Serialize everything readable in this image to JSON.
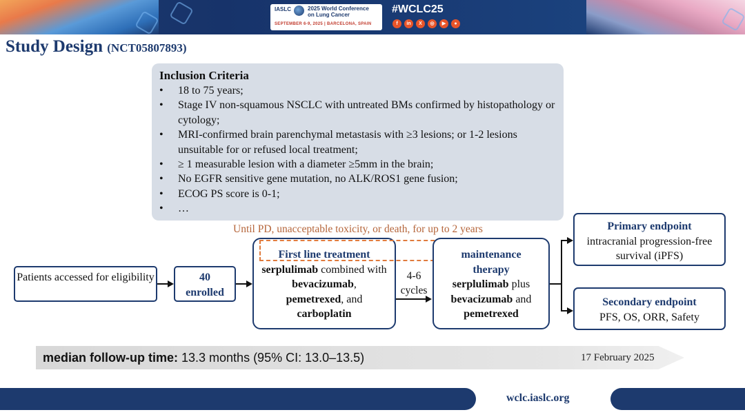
{
  "header": {
    "society": "IASLC",
    "conference_line1": "2025 World Conference",
    "conference_line2": "on Lung Cancer",
    "dates": "SEPTEMBER 6-9, 2025 | BARCELONA, SPAIN",
    "hashtag": "#WCLC25",
    "social_icons": [
      {
        "name": "facebook-icon",
        "glyph": "f"
      },
      {
        "name": "linkedin-icon",
        "glyph": "in"
      },
      {
        "name": "x-icon",
        "glyph": "X"
      },
      {
        "name": "instagram-icon",
        "glyph": "◎"
      },
      {
        "name": "youtube-icon",
        "glyph": "▶"
      },
      {
        "name": "wechat-icon",
        "glyph": "●"
      }
    ]
  },
  "title": {
    "main": "Study Design",
    "nct": "(NCT05807893)"
  },
  "inclusion": {
    "title": "Inclusion Criteria",
    "items": [
      "18 to 75 years;",
      "Stage IV non-squamous NSCLC with untreated BMs confirmed by histopathology or cytology;",
      "MRI-confirmed brain parenchymal metastasis with ≥3 lesions; or 1-2 lesions unsuitable for or refused local treatment;",
      "≥ 1 measurable lesion with a diameter ≥5mm in the brain;",
      "No EGFR sensitive gene mutation, no ALK/ROS1 gene fusion;",
      "ECOG PS score is 0-1;",
      "…"
    ]
  },
  "until_note": "Until PD, unacceptable toxicity, or death, for up to 2 years",
  "flow": {
    "patients": "Patients accessed for eligibility",
    "enrolled_count": "40",
    "enrolled_label": "enrolled",
    "first_line": {
      "title": "First line treatment",
      "drug1": "serplulimab",
      "t1": " combined with ",
      "drug2": "bevacizumab",
      "t2": ",",
      "drug3": "pemetrexed",
      "t3": ", and",
      "drug4": "carboplatin"
    },
    "cycles_num": "4-6",
    "cycles_label": "cycles",
    "maintenance": {
      "title1": "maintenance",
      "title2": "therapy",
      "drug1": "serplulimab",
      "t1": " plus",
      "drug2": "bevacizumab",
      "t2": " and",
      "drug3": "pemetrexed"
    },
    "primary": {
      "title": "Primary endpoint",
      "text": "intracranial progression-free survival (iPFS)"
    },
    "secondary": {
      "title": "Secondary endpoint",
      "text": "PFS, OS, ORR, Safety"
    }
  },
  "followup": {
    "label": "median follow-up time:",
    "value": " 13.3 months (95% CI: 13.0–13.5)"
  },
  "date": "17 February 2025",
  "footer": {
    "website": "wclc.iaslc.org"
  }
}
